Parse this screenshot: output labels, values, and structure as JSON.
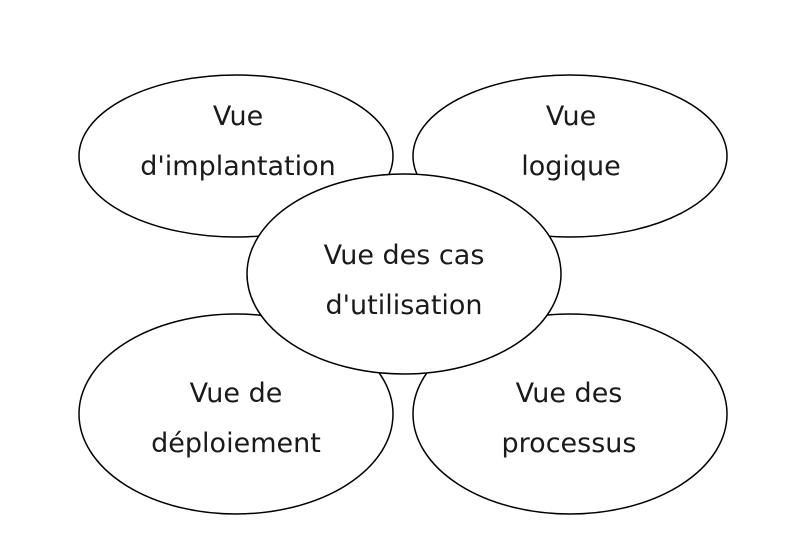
{
  "diagram": {
    "views": {
      "implantation": {
        "line1": "Vue",
        "line2": "d'implantation"
      },
      "logique": {
        "line1": "Vue",
        "line2": "logique"
      },
      "deploiement": {
        "line1": "Vue de",
        "line2": "déploiement"
      },
      "processus": {
        "line1": "Vue des",
        "line2": "processus"
      },
      "cas_utilisation": {
        "line1": "Vue des cas",
        "line2": "d'utilisation"
      }
    }
  }
}
